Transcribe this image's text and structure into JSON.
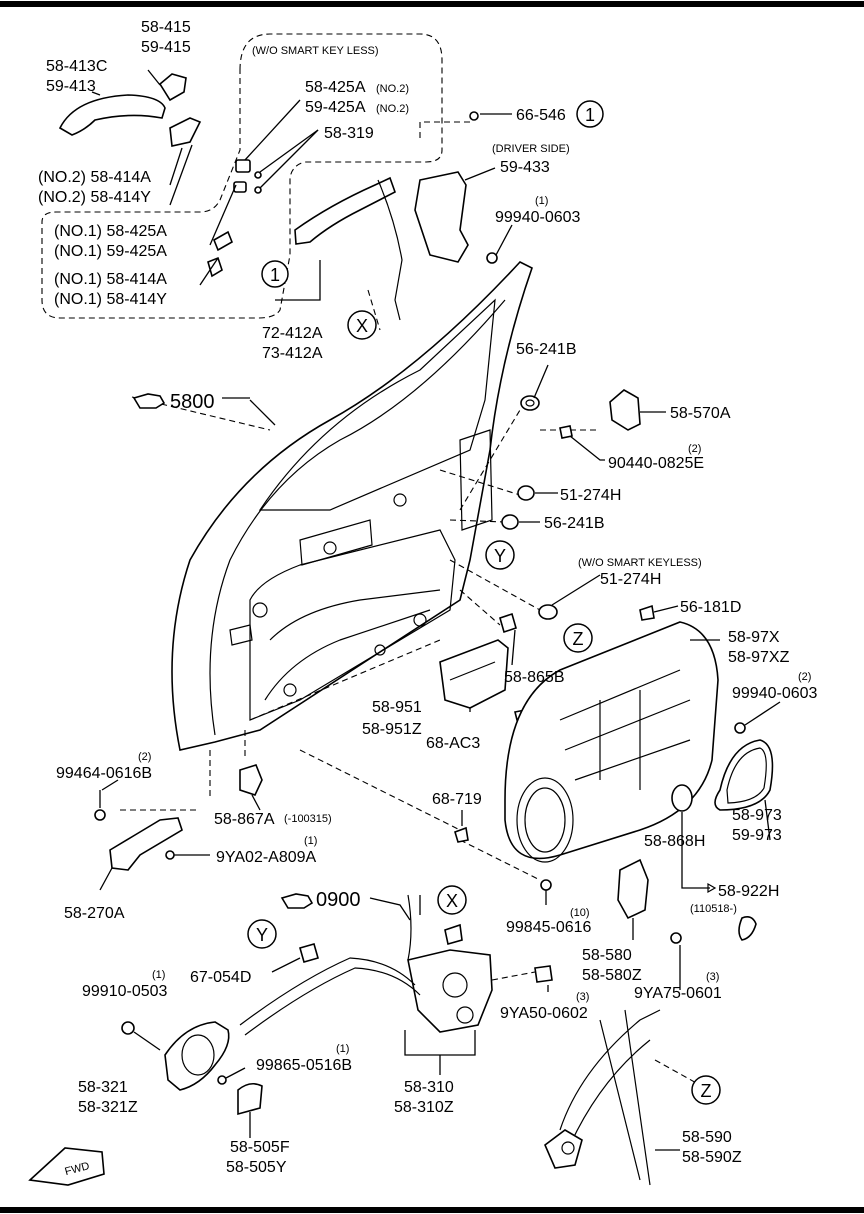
{
  "diagram": {
    "labels": {
      "p58_415": "58-415",
      "p59_415": "59-415",
      "p58_413C": "58-413C",
      "p59_413": "59-413",
      "wo_smart_key_less": "(W/O SMART KEY LESS)",
      "p58_425A_no2": "58-425A",
      "p59_425A_no2": "59-425A",
      "no2_tag": "(NO.2)",
      "p58_319": "58-319",
      "p66_546": "66-546",
      "driver_side": "(DRIVER SIDE)",
      "p59_433": "59-433",
      "qty1_a": "(1)",
      "p99940_0603_a": "99940-0603",
      "p58_414A_no2": "(NO.2) 58-414A",
      "p58_414Y_no2": "(NO.2) 58-414Y",
      "p58_425A_no1": "(NO.1)  58-425A",
      "p59_425A_no1": "(NO.1)  59-425A",
      "p58_414A_no1": "(NO.1) 58-414A",
      "p58_414Y_no1": "(NO.1) 58-414Y",
      "p72_412A": "72-412A",
      "p73_412A": "73-412A",
      "p5800": "5800",
      "p56_241B_a": "56-241B",
      "p58_570A": "58-570A",
      "qty2_a": "(2)",
      "p90440_0825E": "90440-0825E",
      "p51_274H_a": "51-274H",
      "p56_241B_b": "56-241B",
      "wo_smart_keyless": "(W/O SMART KEYLESS)",
      "p51_274H_b": "51-274H",
      "p56_181D": "56-181D",
      "p58_97X": "58-97X",
      "p58_97XZ": "58-97XZ",
      "qty2_b": "(2)",
      "p99940_0603_b": "99940-0603",
      "p58_865B": "58-865B",
      "p58_951": "58-951",
      "p58_951Z": "58-951Z",
      "p68_AC3": "68-AC3",
      "qty2_c": "(2)",
      "p99464_0616B": "99464-0616B",
      "p58_867A": "58-867A",
      "p58_867A_range": "(-100315)",
      "qty1_b": "(1)",
      "p9YA02_A809A": "9YA02-A809A",
      "p68_719": "68-719",
      "p58_973": "58-973",
      "p59_973": "59-973",
      "p58_868H": "58-868H",
      "p58_270A": "58-270A",
      "p0900": "0900",
      "p58_922H": "58-922H",
      "p58_922H_range": "(110518-)",
      "qty10": "(10)",
      "p99845_0616": "99845-0616",
      "p58_580": "58-580",
      "p58_580Z": "58-580Z",
      "qty3_a": "(3)",
      "p9YA75_0601": "9YA75-0601",
      "p67_054D": "67-054D",
      "qty1_c": "(1)",
      "p99910_0503": "99910-0503",
      "qty3_b": "(3)",
      "p9YA50_0602": "9YA50-0602",
      "qty1_d": "(1)",
      "p99865_0516B": "99865-0516B",
      "p58_321": "58-321",
      "p58_321Z": "58-321Z",
      "p58_310": "58-310",
      "p58_310Z": "58-310Z",
      "p58_590": "58-590",
      "p58_590Z": "58-590Z",
      "p58_505F": "58-505F",
      "p58_505Y": "58-505Y",
      "fwd": "FWD"
    },
    "callouts": {
      "one": "1",
      "x": "X",
      "y": "Y",
      "z": "Z"
    }
  }
}
